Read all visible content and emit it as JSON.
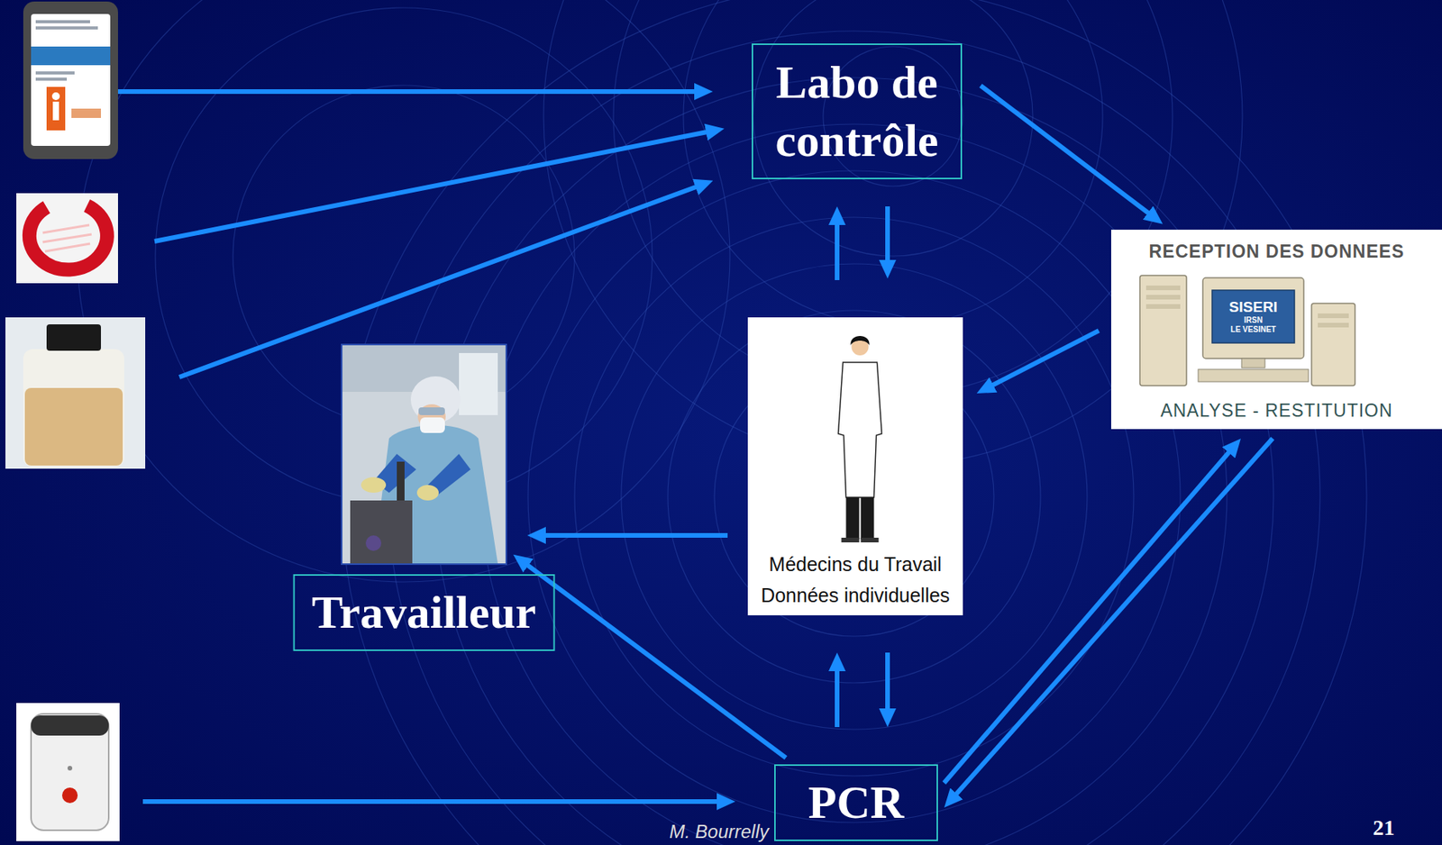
{
  "diagram": {
    "nodes": [
      {
        "text": [
          "Labo de contrôle"
        ]
      },
      {
        "text": [
          "RECEPTION DES DONNEES",
          "SISERI",
          "IRSN",
          "LE VESINET",
          "ANALYSE - RESTITUTION"
        ]
      },
      {
        "text": [
          "Travailleur"
        ]
      },
      {
        "text": [
          "Médecins du Travail",
          "Données individuelles"
        ]
      },
      {
        "text": [
          "PCR"
        ]
      }
    ],
    "edges": [
      {
        "from": 0,
        "to": 1,
        "arrow": "to"
      },
      {
        "from": 3,
        "to": 0,
        "arrow": "to"
      },
      {
        "from": 0,
        "to": 3,
        "arrow": "to"
      },
      {
        "from": 1,
        "to": 3,
        "arrow": "to"
      },
      {
        "from": 3,
        "to": 2,
        "arrow": "to"
      },
      {
        "from": 3,
        "to": 4,
        "arrow": "to"
      },
      {
        "from": 4,
        "to": 3,
        "arrow": "to"
      },
      {
        "from": 4,
        "to": 2,
        "arrow": "to"
      },
      {
        "from": 4,
        "to": 1,
        "arrow": "to"
      },
      {
        "from": 1,
        "to": 4,
        "arrow": "to"
      }
    ],
    "labels": [
      "M. Bourrelly",
      "21"
    ]
  }
}
